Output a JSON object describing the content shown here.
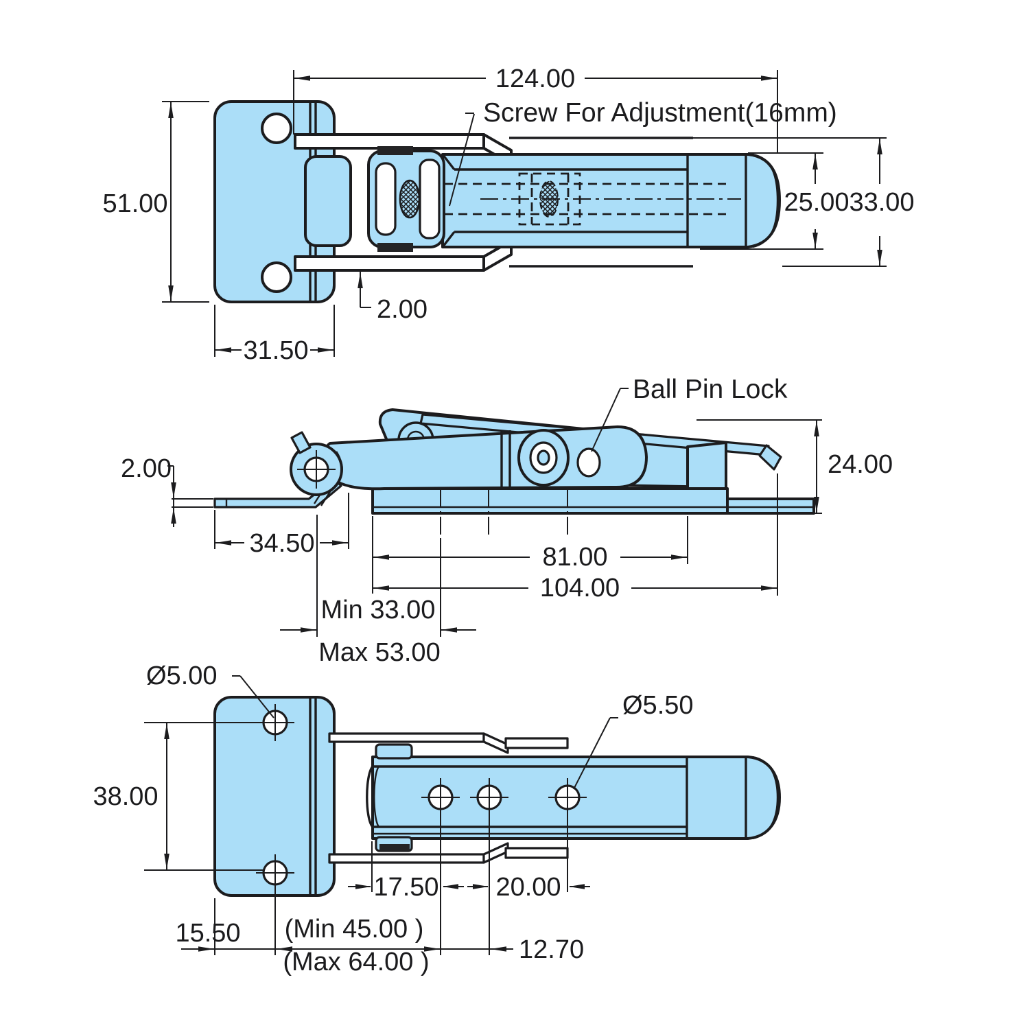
{
  "drawing": {
    "title": "Adjustable toggle latch - dimensioned drawing",
    "colors": {
      "part_fill": "#ABDEF8",
      "line": "#1C1C1E",
      "background": "#FFFFFF"
    },
    "views": {
      "top": {
        "dim_overall_width": "124.00",
        "dim_plate_height": "51.00",
        "dim_plate_width": "31.50",
        "dim_plate_thickness": "2.00",
        "dim_lever_width": "25.00",
        "dim_frame_width": "33.00",
        "label_screw": "Screw For Adjustment(16mm)"
      },
      "side": {
        "dim_catch_thickness": "2.00",
        "dim_catch_length": "34.50",
        "dim_base_length": "81.00",
        "dim_overall_length": "104.00",
        "dim_hook_min": "Min 33.00",
        "dim_hook_max": "Max 53.00",
        "dim_height": "24.00",
        "label_ball_pin": "Ball Pin Lock"
      },
      "bottom": {
        "dim_plate_hole_dia": "Ø5.00",
        "dim_plate_hole_spacing": "38.00",
        "dim_plate_hole_offset": "15.50",
        "dim_adjust_min": "(Min 45.00 )",
        "dim_adjust_max": "(Max 64.00 )",
        "dim_body_hole_offset": "17.50",
        "dim_hole_pitch_outer": "20.00",
        "dim_hole_pitch_inner": "12.70",
        "dim_body_hole_dia": "Ø5.50"
      }
    }
  }
}
